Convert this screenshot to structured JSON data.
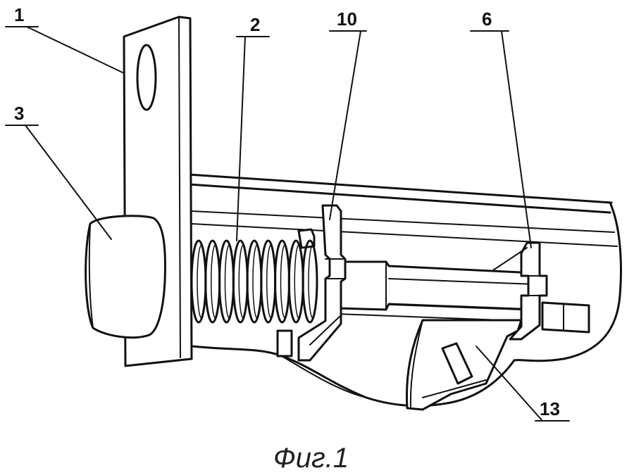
{
  "labels": {
    "l1": "1",
    "l2": "2",
    "l3": "3",
    "l6": "6",
    "l10": "10",
    "l13": "13"
  },
  "caption": "Фиг.1"
}
